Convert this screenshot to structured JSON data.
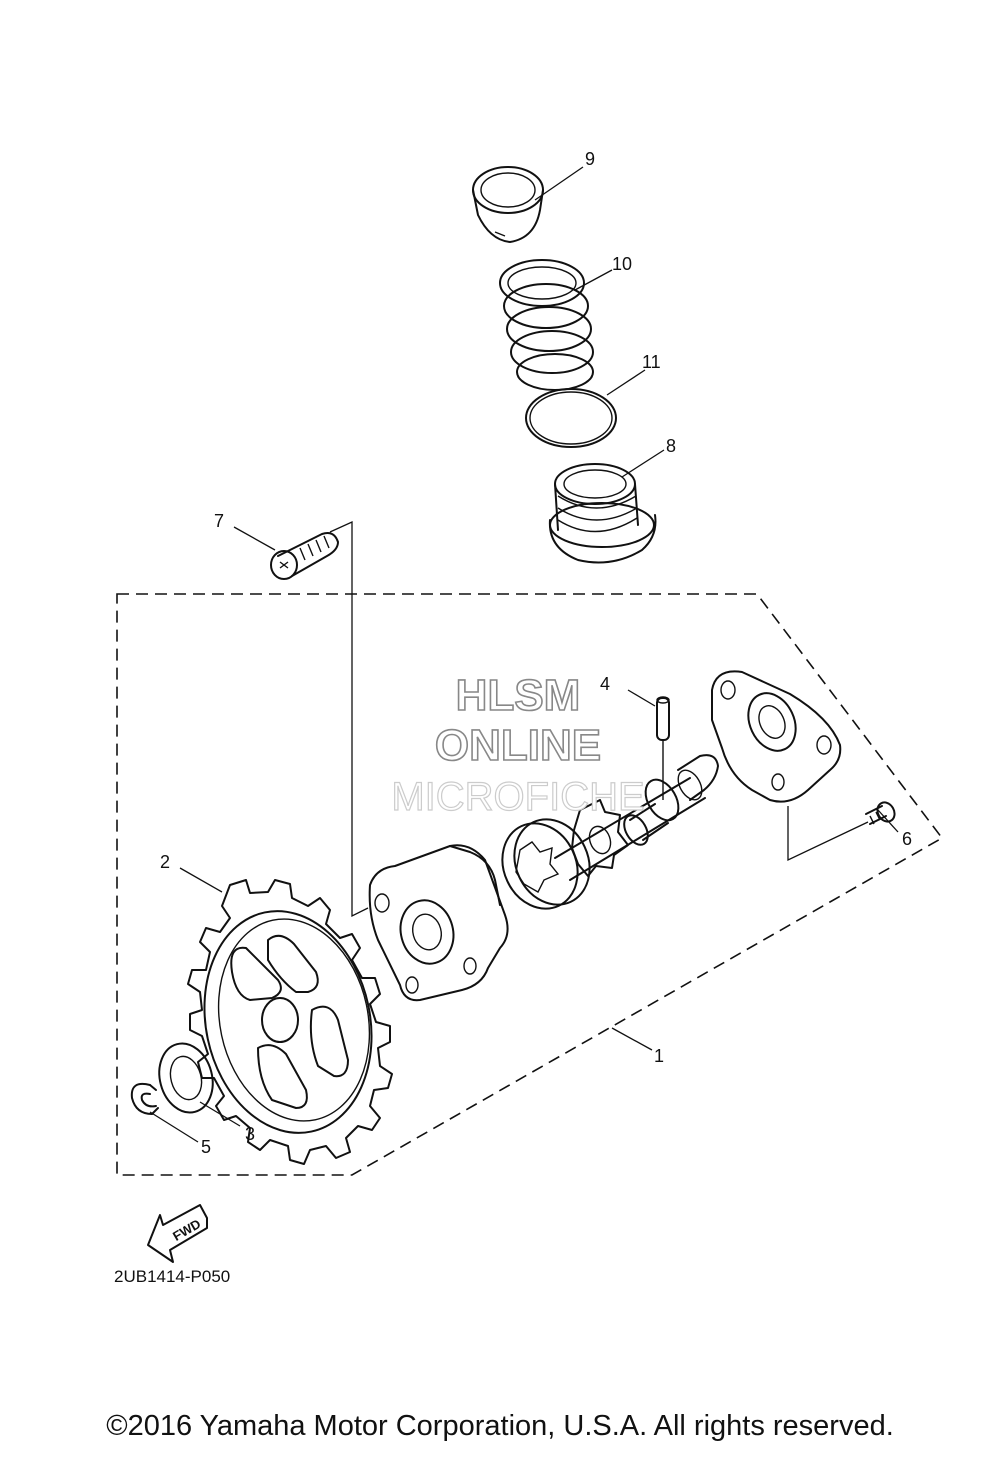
{
  "callouts": {
    "c1": "1",
    "c2": "2",
    "c3": "3",
    "c4": "4",
    "c5": "5",
    "c6": "6",
    "c7": "7",
    "c8": "8",
    "c9": "9",
    "c10": "10",
    "c11": "11"
  },
  "watermark": {
    "line1": "HLSM",
    "line2": "ONLINE",
    "line3": "MICROFICHE"
  },
  "fwd_label": "FWD",
  "diagram_code": "2UB1414-P050",
  "copyright": "©2016 Yamaha Motor Corporation, U.S.A. All rights reserved."
}
